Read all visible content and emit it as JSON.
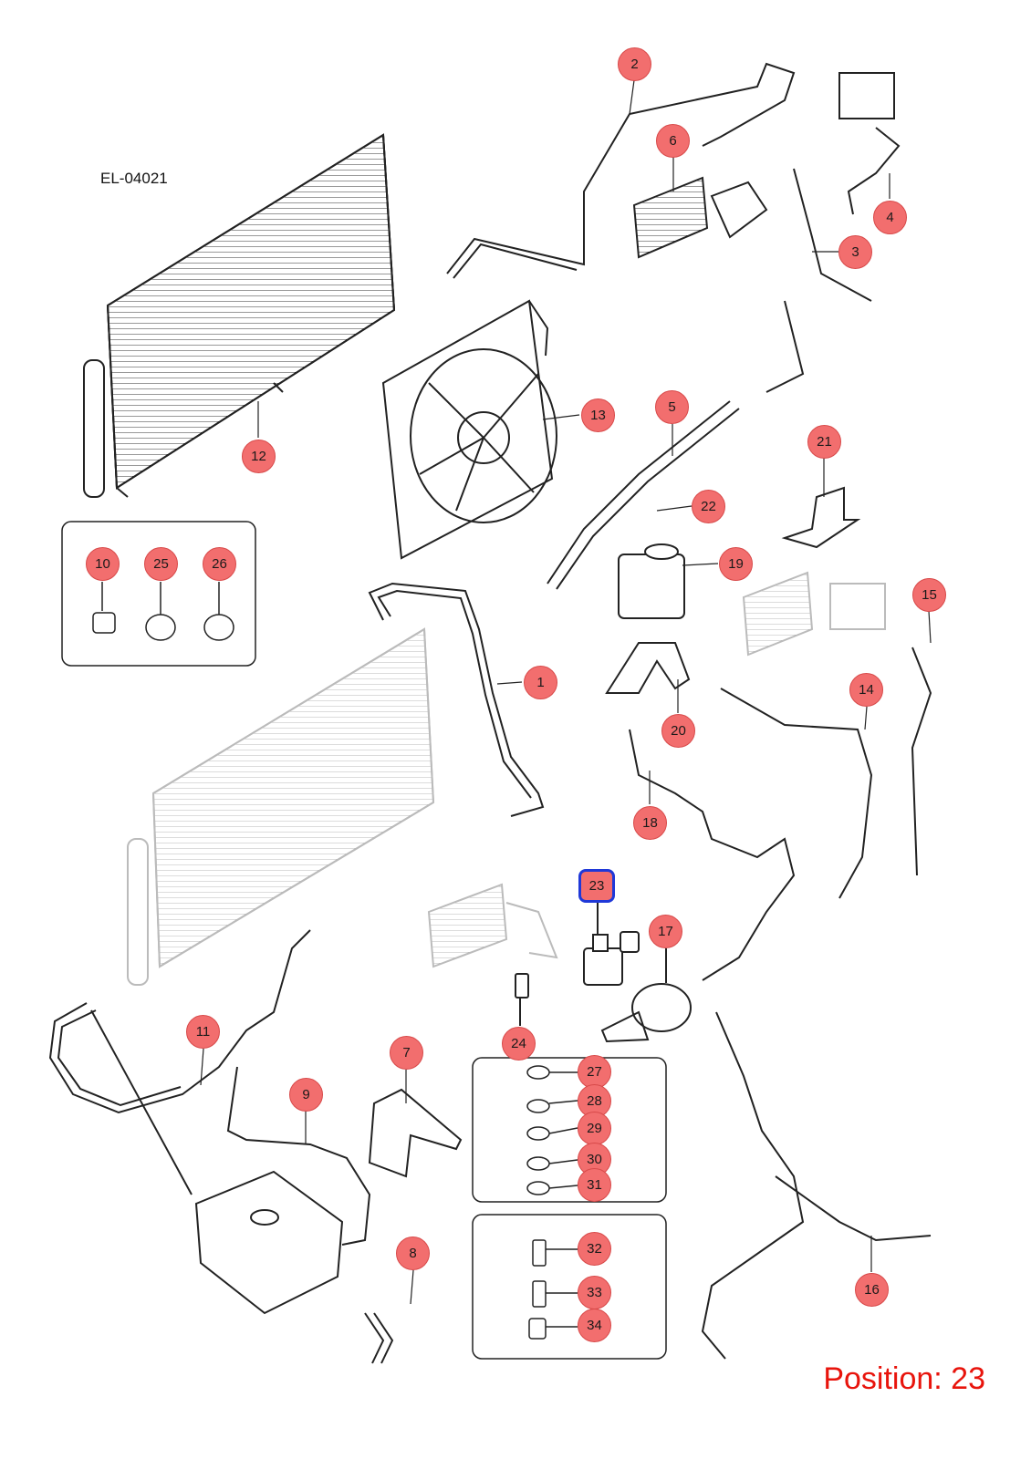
{
  "diagram": {
    "code": "EL-04021",
    "position_label": "Position: 23",
    "selected_position": "23",
    "callouts": [
      "1",
      "2",
      "3",
      "4",
      "5",
      "6",
      "7",
      "8",
      "9",
      "10",
      "11",
      "12",
      "13",
      "14",
      "15",
      "16",
      "17",
      "18",
      "19",
      "20",
      "21",
      "22",
      "23",
      "24",
      "25",
      "26",
      "27",
      "28",
      "29",
      "30",
      "31",
      "32",
      "33",
      "34"
    ]
  },
  "colors": {
    "callout_fill": "#f26e6e",
    "selection": "#1f38d8",
    "position_text": "#e8140c"
  }
}
